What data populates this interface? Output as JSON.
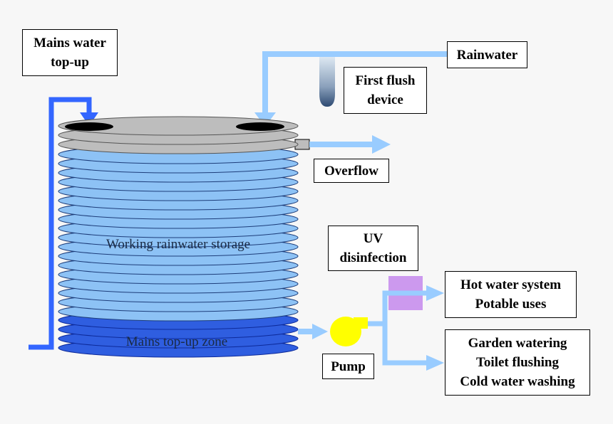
{
  "labels": {
    "mains_water_topup": [
      "Mains water",
      "top-up"
    ],
    "rainwater": "Rainwater",
    "first_flush": [
      "First flush",
      "device"
    ],
    "overflow": "Overflow",
    "uv": [
      "UV",
      "disinfection"
    ],
    "hot_water": [
      "Hot water system",
      "Potable uses"
    ],
    "cold_water": [
      "Garden watering",
      "Toilet flushing",
      "Cold water washing"
    ],
    "pump": "Pump"
  },
  "tank": {
    "working_zone_label": "Working rainwater storage",
    "topup_zone_label": "Mains top-up zone"
  },
  "colors": {
    "rain_pipe": "#99ccff",
    "mains_pipe": "#3366ff",
    "lid": "#bdbdbd",
    "working_water": "#8dc2f5",
    "topup_water": "#2f5ee0",
    "pump": "#ffff00",
    "uv_unit": "#cc99ee"
  }
}
